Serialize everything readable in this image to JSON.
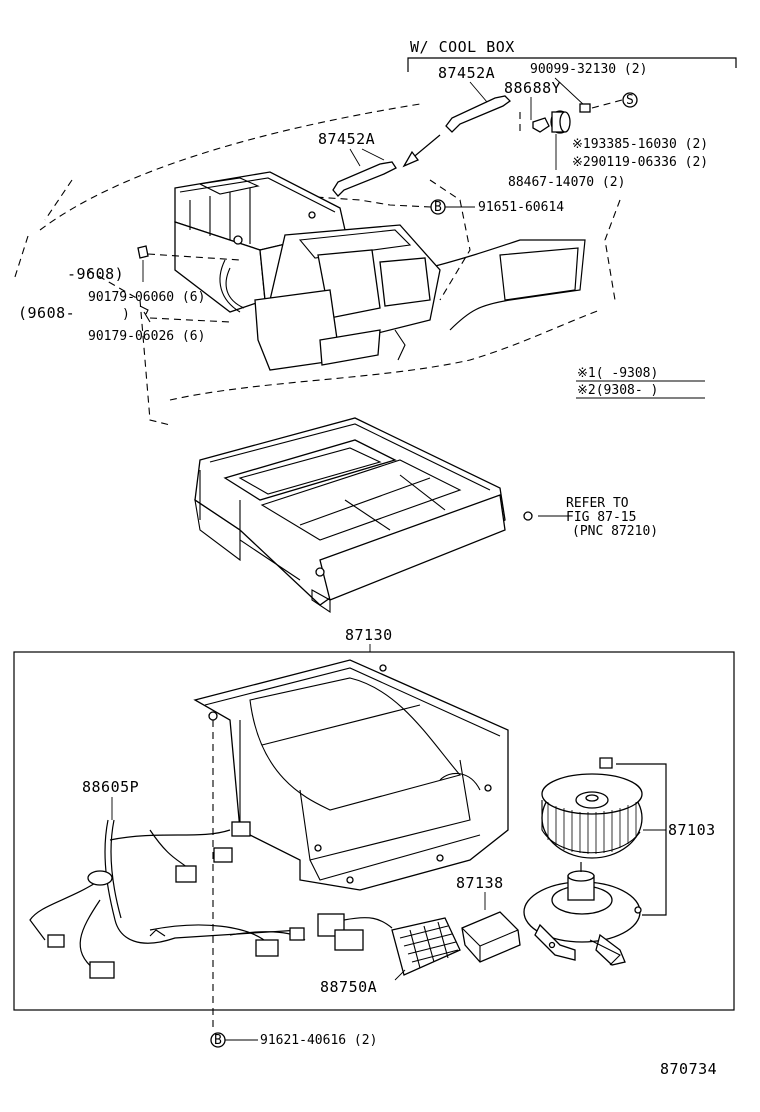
{
  "labels": {
    "cool_box_header": "W/ COOL BOX",
    "p_87452A_top": "87452A",
    "p_90099_32130": "90099-32130 (2)",
    "p_88688Y": "88688Y",
    "p_193385_16030": "※193385-16030 (2)",
    "p_290119_06336": "※290119-06336 (2)",
    "p_88467_14070": "88467-14070 (2)",
    "p_87452A_mid": "87452A",
    "p_91651_60614": "91651-60614",
    "range_to_9608": "-9608)",
    "range_from_9608": "(9608-",
    "range_from_9608_close": ")",
    "p_90179_06060": "90179-06060 (6)",
    "p_90179_06026": "90179-06026 (6)",
    "note1": "※1(      -9308)",
    "note2": "※2(9308-      )",
    "refer_line1": "REFER TO",
    "refer_line2": "FIG 87-15",
    "refer_line3": "(PNC 87210)",
    "p_87130": "87130",
    "p_88605P": "88605P",
    "p_87103": "87103",
    "p_87138": "87138",
    "p_88750A": "88750A",
    "p_91621_40616": "91621-40616 (2)",
    "figure_number": "870734",
    "bolt_symbol_S": "S",
    "bolt_symbol_B": "B"
  }
}
